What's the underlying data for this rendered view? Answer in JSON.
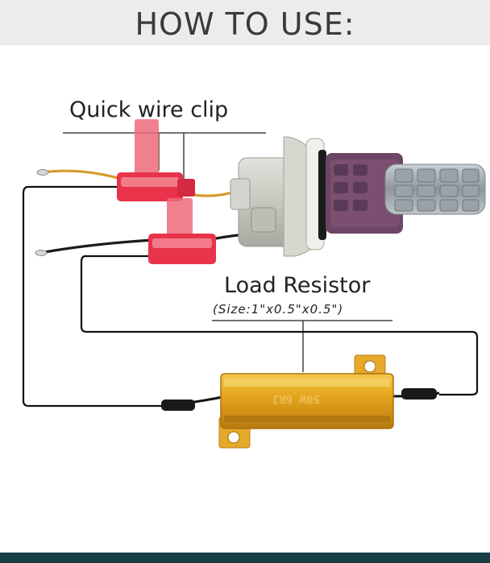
{
  "header": {
    "title": "HOW TO USE:"
  },
  "diagram": {
    "clip_label": "Quick wire clip",
    "resistor_label": "Load Resistor",
    "resistor_size": "(Size:1\"x0.5\"x0.5\")",
    "resistor_marking": "50W 6RJ"
  },
  "colors": {
    "header_bg": "#ececec",
    "footer_bg": "#173e44",
    "clip_red": "#e8334a",
    "resistor_gold": "#e0a21e",
    "wire_yellow": "#d69a2a"
  }
}
